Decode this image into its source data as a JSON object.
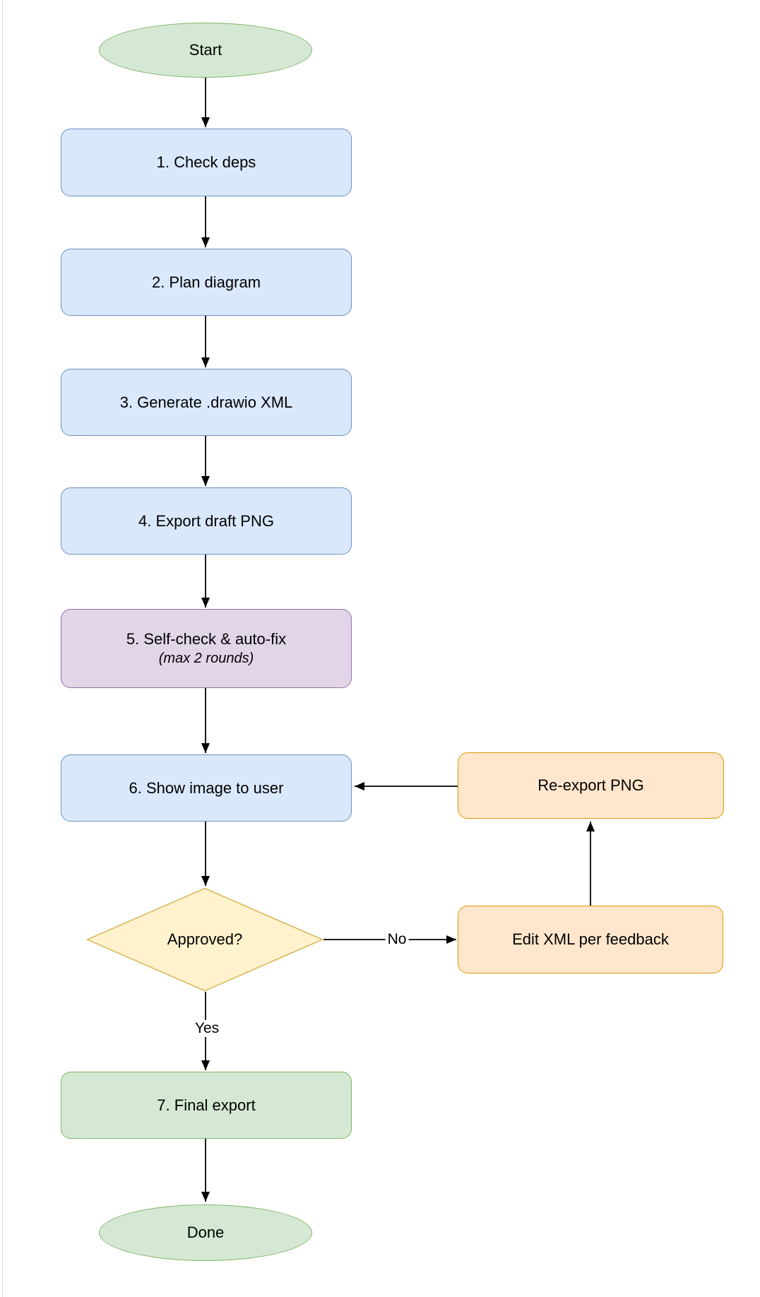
{
  "diagram": {
    "type": "flowchart",
    "nodes": {
      "start": {
        "label": "Start",
        "shape": "ellipse",
        "fill": "#d5e8d4",
        "stroke": "#82b366"
      },
      "step1": {
        "label": "1. Check deps",
        "shape": "rounded-rect",
        "fill": "#dae8fc",
        "stroke": "#6c8ebf"
      },
      "step2": {
        "label": "2. Plan diagram",
        "shape": "rounded-rect",
        "fill": "#dae8fc",
        "stroke": "#6c8ebf"
      },
      "step3": {
        "label": "3. Generate .drawio XML",
        "shape": "rounded-rect",
        "fill": "#dae8fc",
        "stroke": "#6c8ebf"
      },
      "step4": {
        "label": "4. Export draft PNG",
        "shape": "rounded-rect",
        "fill": "#dae8fc",
        "stroke": "#6c8ebf"
      },
      "step5": {
        "label": "5. Self-check & auto-fix",
        "sublabel": "(max 2 rounds)",
        "shape": "rounded-rect",
        "fill": "#e1d5e7",
        "stroke": "#9673a6"
      },
      "step6": {
        "label": "6. Show image to user",
        "shape": "rounded-rect",
        "fill": "#dae8fc",
        "stroke": "#6c8ebf"
      },
      "decision": {
        "label": "Approved?",
        "shape": "diamond",
        "fill": "#fff2cc",
        "stroke": "#d6b656"
      },
      "edit_xml": {
        "label": "Edit XML per feedback",
        "shape": "rounded-rect",
        "fill": "#ffe6cc",
        "stroke": "#d79b00"
      },
      "reexport": {
        "label": "Re-export PNG",
        "shape": "rounded-rect",
        "fill": "#ffe6cc",
        "stroke": "#d79b00"
      },
      "step7": {
        "label": "7. Final export",
        "shape": "rounded-rect",
        "fill": "#d5e8d4",
        "stroke": "#82b366"
      },
      "done": {
        "label": "Done",
        "shape": "ellipse",
        "fill": "#d5e8d4",
        "stroke": "#82b366"
      }
    },
    "edges": [
      {
        "from": "start",
        "to": "step1"
      },
      {
        "from": "step1",
        "to": "step2"
      },
      {
        "from": "step2",
        "to": "step3"
      },
      {
        "from": "step3",
        "to": "step4"
      },
      {
        "from": "step4",
        "to": "step5"
      },
      {
        "from": "step5",
        "to": "step6"
      },
      {
        "from": "step6",
        "to": "decision"
      },
      {
        "from": "decision",
        "to": "edit_xml",
        "label": "No"
      },
      {
        "from": "edit_xml",
        "to": "reexport"
      },
      {
        "from": "reexport",
        "to": "step6"
      },
      {
        "from": "decision",
        "to": "step7",
        "label": "Yes"
      },
      {
        "from": "step7",
        "to": "done"
      }
    ],
    "edge_labels": {
      "no": "No",
      "yes": "Yes"
    },
    "colors": {
      "edge_stroke": "#000000",
      "canvas_bg": "#ffffff",
      "window_edge": "#ccd4e0"
    }
  }
}
